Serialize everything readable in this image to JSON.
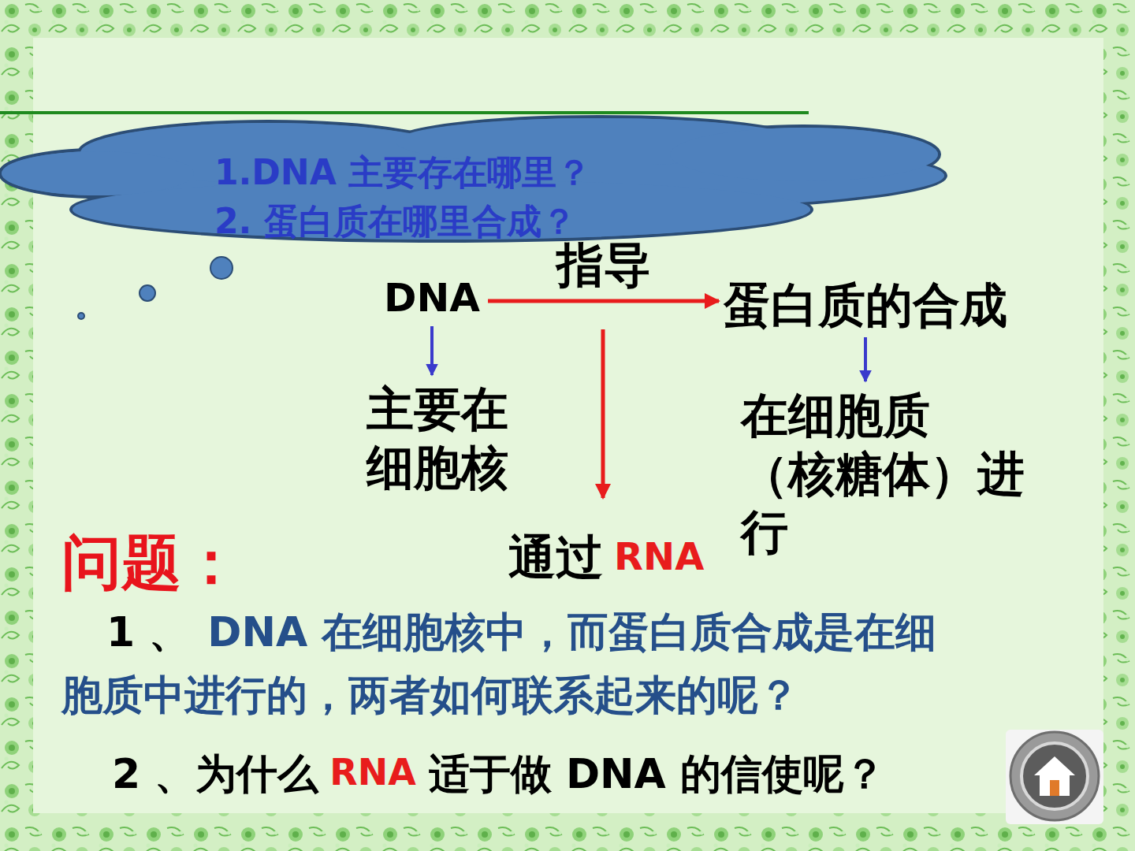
{
  "diagram": {
    "nodes": [
      {
        "text": [
          "1.DNA 主要存在哪里？",
          "2. 蛋白质在哪里合成？"
        ]
      },
      {
        "text": [
          "DNA"
        ]
      },
      {
        "text": [
          "蛋白质的合成"
        ]
      },
      {
        "text": [
          "主要在 细胞核"
        ]
      },
      {
        "text": [
          "在细胞质 （核糖体）进 行"
        ]
      }
    ],
    "edges": [
      {
        "from": 1,
        "to": 2,
        "arrow": "to",
        "label": "指导"
      },
      {
        "from": 1,
        "to": 3,
        "arrow": "to"
      },
      {
        "from": 2,
        "to": 4,
        "arrow": "to"
      }
    ],
    "labels": [
      "通过",
      "RNA",
      "问题：",
      "1 、",
      "DNA 在细胞核中，而蛋白质合成是在细 胞质中进行的，两者如何联系起来的呢？",
      "2 、为什么",
      "RNA",
      "适于做 DNA 的信使呢？"
    ]
  }
}
